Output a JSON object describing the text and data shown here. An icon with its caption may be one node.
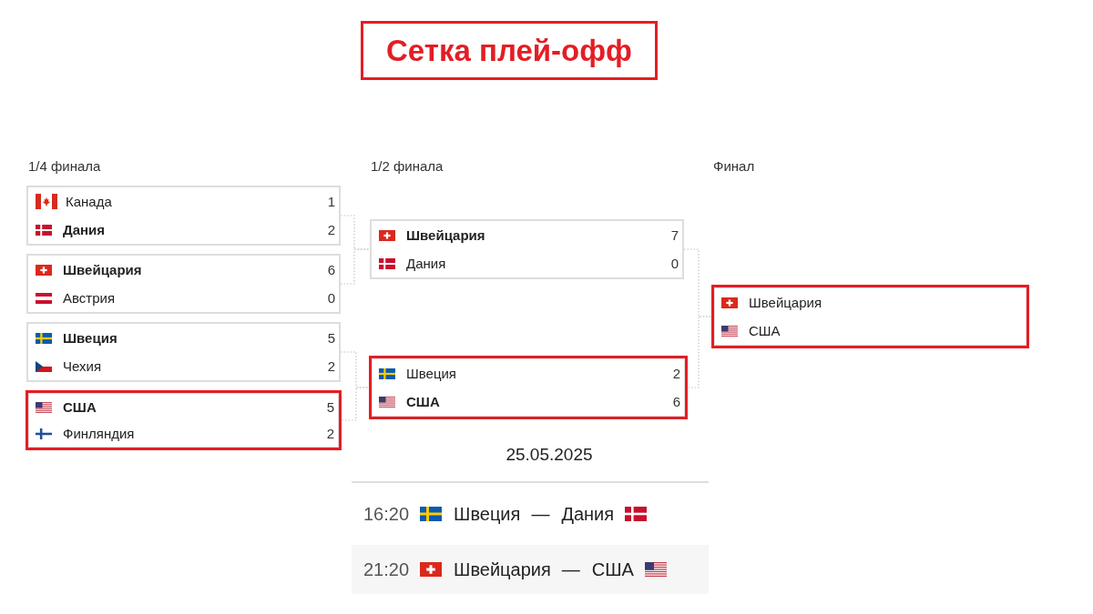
{
  "diagram": {
    "title": "Сетка плей-офф",
    "nodes": [
      {
        "text": [
          "Канада",
          "1",
          "Дания",
          "2"
        ]
      },
      {
        "text": [
          "Швейцария",
          "6",
          "Австрия",
          "0"
        ]
      },
      {
        "text": [
          "Швеция",
          "5",
          "Чехия",
          "2"
        ]
      },
      {
        "text": [],
        "shape": "box"
      },
      {
        "text": [
          "США",
          "5",
          "Финляндия",
          "2"
        ],
        "in": 3
      },
      {
        "text": [
          "Швейцария",
          "7",
          "Дания",
          "0"
        ]
      },
      {
        "text": [],
        "shape": "box"
      },
      {
        "text": [
          "Швеция",
          "2",
          "США",
          "6"
        ],
        "in": 6
      },
      {
        "text": [],
        "shape": "box"
      },
      {
        "text": [
          "Швейцария",
          "США"
        ],
        "in": 8
      }
    ],
    "edges": [
      {
        "from": 0,
        "to": 5,
        "arrow": "none",
        "style": "dashed"
      },
      {
        "from": 1,
        "to": 5,
        "arrow": "none",
        "style": "dashed"
      },
      {
        "from": 2,
        "to": 7,
        "arrow": "none",
        "style": "dashed"
      },
      {
        "from": 4,
        "to": 7,
        "arrow": "none",
        "style": "dashed"
      },
      {
        "from": 5,
        "to": 9,
        "arrow": "none",
        "style": "dashed"
      },
      {
        "from": 7,
        "to": 9,
        "arrow": "none",
        "style": "dashed"
      }
    ],
    "labels": [
      "1/4 финала",
      "1/2 финала",
      "Финал",
      "25.05.2025",
      "16:20",
      "Швеция",
      "—",
      "Дания",
      "21:20",
      "Швейцария",
      "—",
      "США"
    ]
  }
}
